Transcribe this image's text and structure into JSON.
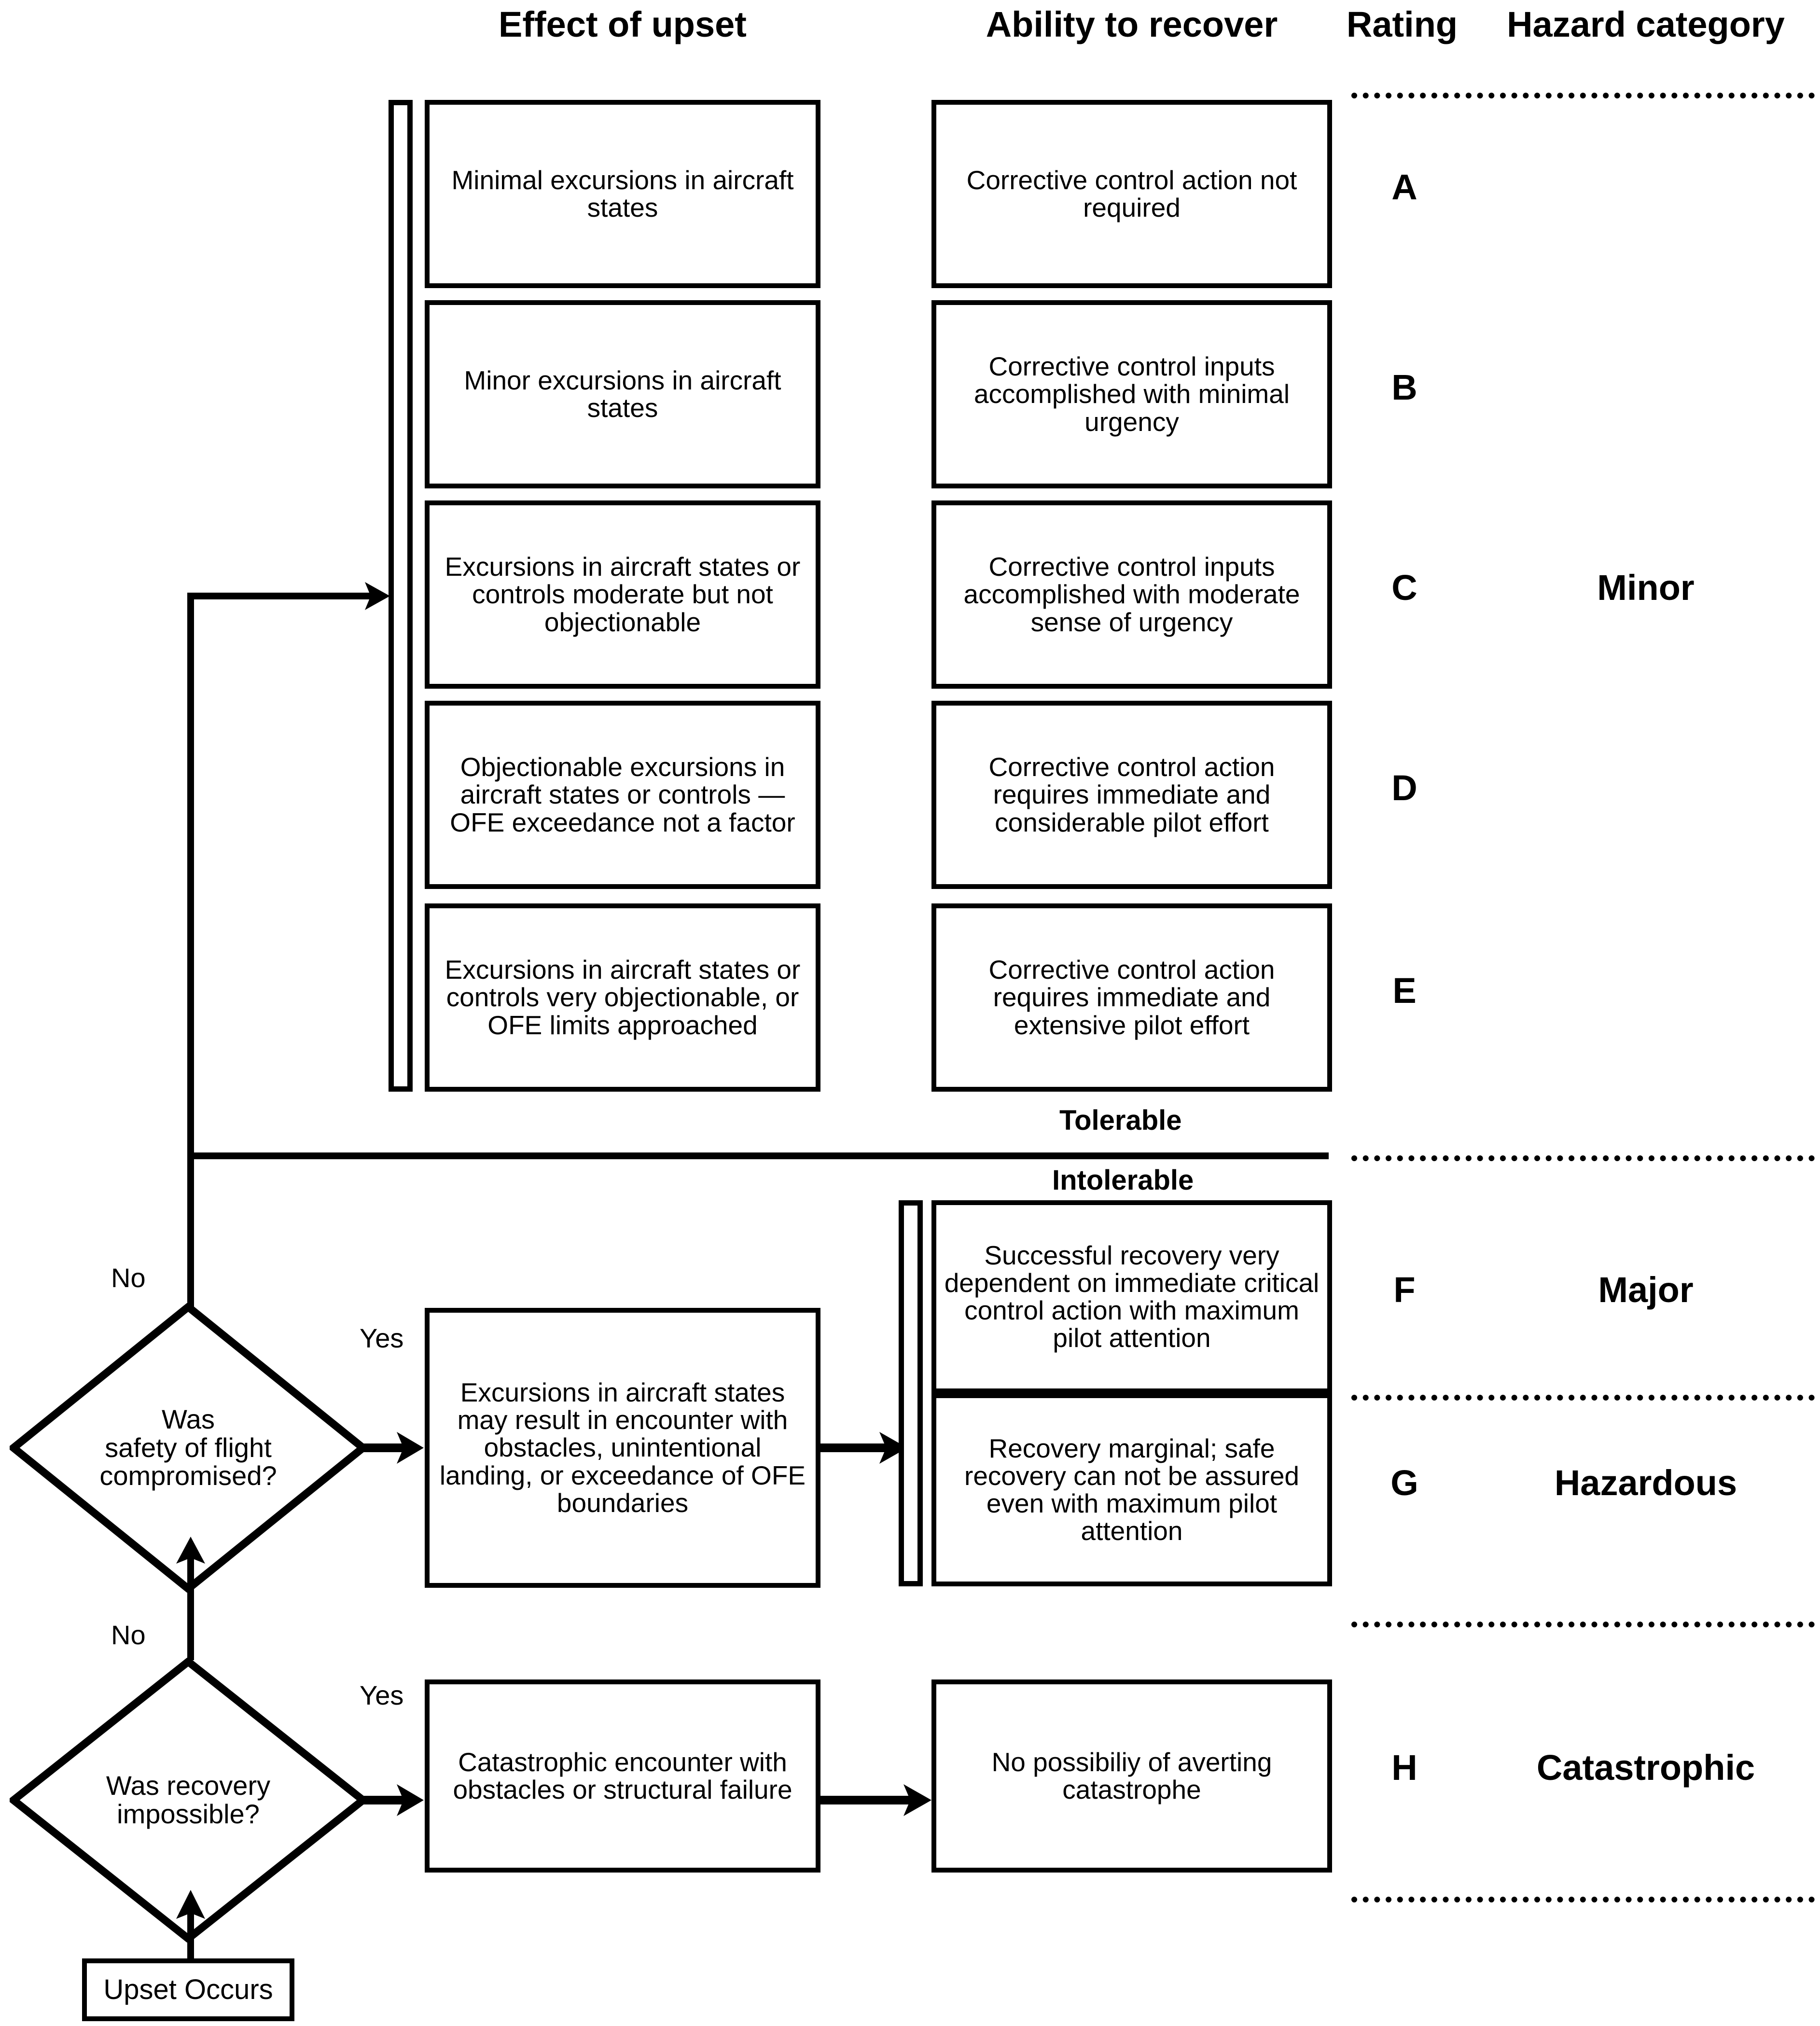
{
  "headers": {
    "effect": "Effect of upset",
    "recover": "Ability to recover",
    "rating": "Rating",
    "hazard": "Hazard category"
  },
  "rows": [
    {
      "rating": "A",
      "effect": "Minimal excursions in aircraft states",
      "recover": "Corrective control action not required"
    },
    {
      "rating": "B",
      "effect": "Minor excursions in  aircraft states",
      "recover": "Corrective control inputs accomplished with minimal urgency"
    },
    {
      "rating": "C",
      "effect": "Excursions in aircraft states or controls moderate but not objectionable",
      "recover": "Corrective control inputs accomplished with moderate sense of urgency"
    },
    {
      "rating": "D",
      "effect": "Objectionable excursions in aircraft states or controls — OFE exceedance not a factor",
      "recover": "Corrective control action requires immediate and considerable pilot effort"
    },
    {
      "rating": "E",
      "effect": "Excursions in aircraft states or controls very objectionable, or OFE limits approached",
      "recover": "Corrective control action requires immediate and extensive pilot effort"
    }
  ],
  "hazard_categories": {
    "minor": "Minor",
    "major": "Major",
    "hazardous": "Hazardous",
    "catastrophic": "Catastrophic"
  },
  "boundary": {
    "tolerable": "Tolerable",
    "intolerable": "Intolerable"
  },
  "safety_branch": {
    "question": "Was\nsafety of flight\ncompromised?",
    "no_label": "No",
    "yes_label": "Yes",
    "effect": "Excursions in aircraft states may result in encounter with obstacles, unintentional landing, or exceedance of OFE boundaries",
    "recover_f": "Successful recovery very dependent on immediate critical control action with maximum pilot attention",
    "recover_g": "Recovery marginal; safe recovery can not be assured even with maximum pilot attention",
    "rating_f": "F",
    "rating_g": "G"
  },
  "recovery_branch": {
    "question": "Was recovery\nimpossible?",
    "no_label": "No",
    "yes_label": "Yes",
    "effect": "Catastrophic encounter with obstacles or structural failure",
    "recover": "No possibiliy of averting catastrophe",
    "rating": "H"
  },
  "start": {
    "label": "Upset Occurs"
  },
  "colors": {
    "stroke": "#000000",
    "background": "#ffffff"
  }
}
